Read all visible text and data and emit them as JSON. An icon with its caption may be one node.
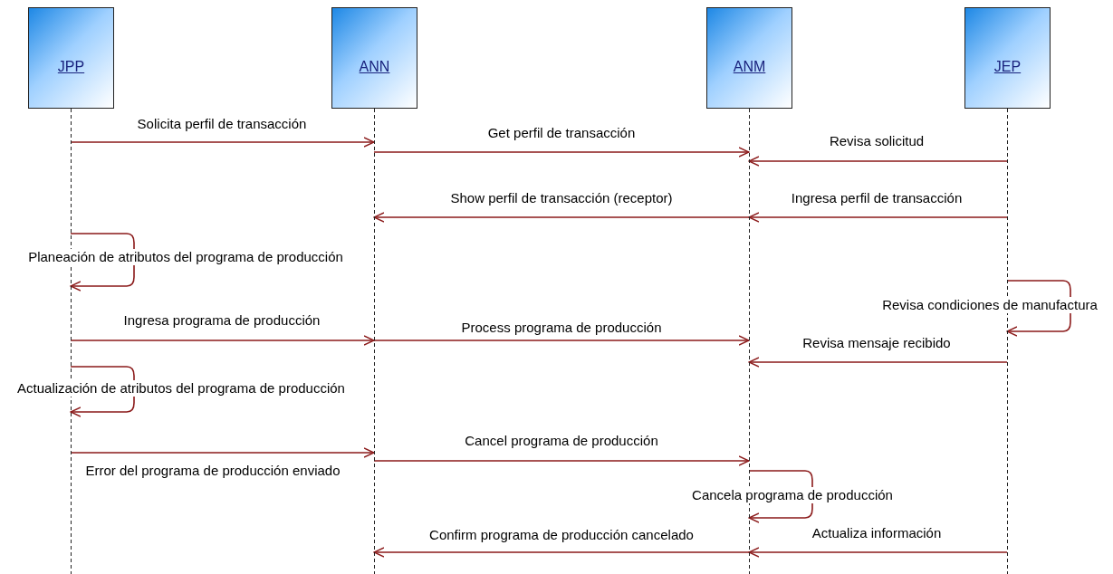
{
  "diagram": {
    "nodes": [
      {
        "text": [
          "JPP"
        ]
      },
      {
        "text": [
          "ANN"
        ]
      },
      {
        "text": [
          "ANM"
        ]
      },
      {
        "text": [
          "JEP"
        ]
      }
    ],
    "edges": [
      {
        "from": 0,
        "to": 1,
        "arrow": "to",
        "label": "Solicita perfil de transacción"
      },
      {
        "from": 1,
        "to": 2,
        "arrow": "to",
        "label": "Get perfil de transacción"
      },
      {
        "from": 3,
        "to": 2,
        "arrow": "to",
        "label": "Revisa solicitud"
      },
      {
        "from": 2,
        "to": 1,
        "arrow": "to",
        "label": "Show perfil de transacción (receptor)"
      },
      {
        "from": 3,
        "to": 2,
        "arrow": "to",
        "label": "Ingresa perfil de transacción"
      },
      {
        "from": 0,
        "to": 0,
        "arrow": "to",
        "label": "Planeación de atributos del programa de producción"
      },
      {
        "from": 3,
        "to": 3,
        "arrow": "to",
        "label": "Revisa condiciones de manufactura"
      },
      {
        "from": 0,
        "to": 1,
        "arrow": "to",
        "label": "Ingresa programa de producción"
      },
      {
        "from": 1,
        "to": 2,
        "arrow": "to",
        "label": "Process programa de producción"
      },
      {
        "from": 3,
        "to": 2,
        "arrow": "to",
        "label": "Revisa mensaje recibido"
      },
      {
        "from": 0,
        "to": 0,
        "arrow": "to",
        "label": "Actualización de atributos del programa de producción"
      },
      {
        "from": 0,
        "to": 1,
        "arrow": "to",
        "label": "Error del programa de producción enviado"
      },
      {
        "from": 1,
        "to": 2,
        "arrow": "to",
        "label": "Cancel programa de producción"
      },
      {
        "from": 2,
        "to": 2,
        "arrow": "to",
        "label": "Cancela programa de producción"
      },
      {
        "from": 2,
        "to": 1,
        "arrow": "to",
        "label": "Confirm programa de producción cancelado"
      },
      {
        "from": 3,
        "to": 2,
        "arrow": "to",
        "label": "Actualiza información"
      }
    ]
  }
}
